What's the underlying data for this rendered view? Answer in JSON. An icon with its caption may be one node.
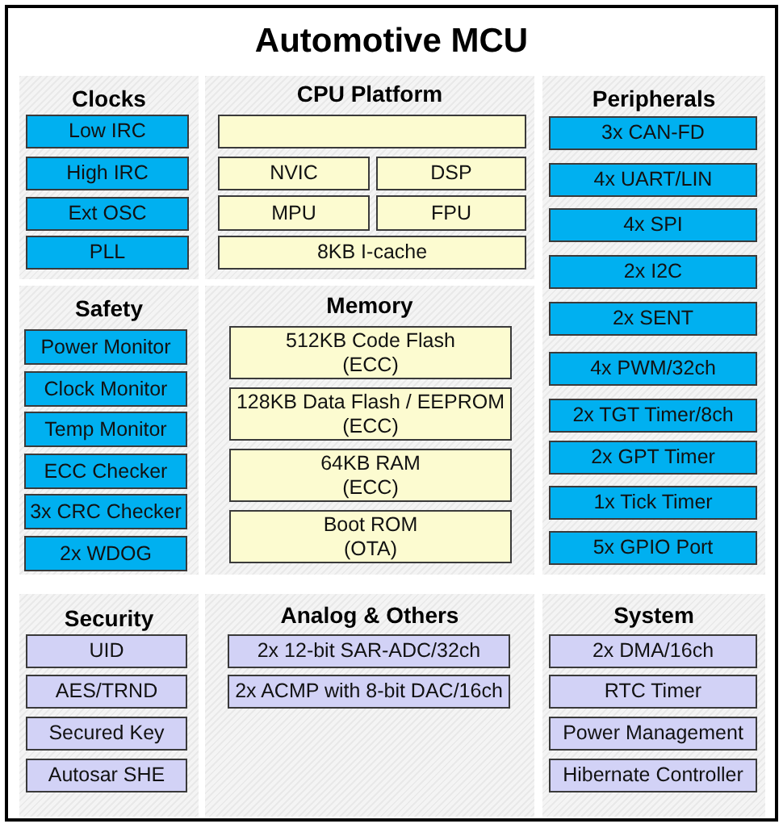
{
  "diagram": {
    "title": "Automotive MCU",
    "nodes": [
      {
        "text": [
          "Clocks"
        ]
      },
      {
        "text": [
          "Low IRC"
        ],
        "in": 0
      },
      {
        "text": [
          "High IRC"
        ],
        "in": 0
      },
      {
        "text": [
          "Ext OSC"
        ],
        "in": 0
      },
      {
        "text": [
          "PLL"
        ],
        "in": 0
      },
      {
        "text": [
          "CPU Platform"
        ]
      },
      {
        "text": [],
        "shape": "box",
        "in": 5
      },
      {
        "text": [
          "NVIC"
        ],
        "in": 5
      },
      {
        "text": [
          "DSP"
        ],
        "in": 5
      },
      {
        "text": [
          "MPU"
        ],
        "in": 5
      },
      {
        "text": [
          "FPU"
        ],
        "in": 5
      },
      {
        "text": [
          "8KB I-cache"
        ],
        "in": 5
      },
      {
        "text": [
          "Peripherals"
        ]
      },
      {
        "text": [
          "3x CAN-FD"
        ],
        "in": 12
      },
      {
        "text": [
          "4x UART/LIN"
        ],
        "in": 12
      },
      {
        "text": [
          "4x SPI"
        ],
        "in": 12
      },
      {
        "text": [
          "2x I2C"
        ],
        "in": 12
      },
      {
        "text": [
          "2x SENT"
        ],
        "in": 12
      },
      {
        "text": [
          "4x PWM/32ch"
        ],
        "in": 12
      },
      {
        "text": [
          "2x TGT Timer/8ch"
        ],
        "in": 12
      },
      {
        "text": [
          "2x GPT Timer"
        ],
        "in": 12
      },
      {
        "text": [
          "1x Tick Timer"
        ],
        "in": 12
      },
      {
        "text": [
          "5x GPIO Port"
        ],
        "in": 12
      },
      {
        "text": [
          "Safety"
        ]
      },
      {
        "text": [
          "Power Monitor"
        ],
        "in": 23
      },
      {
        "text": [
          "Clock Monitor"
        ],
        "in": 23
      },
      {
        "text": [
          "Temp Monitor"
        ],
        "in": 23
      },
      {
        "text": [
          "ECC Checker"
        ],
        "in": 23
      },
      {
        "text": [
          "3x CRC Checker"
        ],
        "in": 23
      },
      {
        "text": [
          "2x WDOG"
        ],
        "in": 23
      },
      {
        "text": [
          "Memory"
        ]
      },
      {
        "text": [
          "512KB Code Flash",
          "(ECC)"
        ],
        "in": 30
      },
      {
        "text": [
          "128KB Data Flash / EEPROM",
          "(ECC)"
        ],
        "in": 30
      },
      {
        "text": [
          "64KB RAM",
          "(ECC)"
        ],
        "in": 30
      },
      {
        "text": [
          "Boot ROM",
          "(OTA)"
        ],
        "in": 30
      },
      {
        "text": [
          "Security"
        ]
      },
      {
        "text": [
          "UID"
        ],
        "in": 35
      },
      {
        "text": [
          "AES/TRND"
        ],
        "in": 35
      },
      {
        "text": [
          "Secured Key"
        ],
        "in": 35
      },
      {
        "text": [
          "Autosar SHE"
        ],
        "in": 35
      },
      {
        "text": [
          "Analog & Others"
        ]
      },
      {
        "text": [
          "2x 12-bit SAR-ADC/32ch"
        ],
        "in": 40
      },
      {
        "text": [
          "2x ACMP with 8-bit DAC/16ch"
        ],
        "in": 40
      },
      {
        "text": [
          "System"
        ]
      },
      {
        "text": [
          "2x DMA/16ch"
        ],
        "in": 43
      },
      {
        "text": [
          "RTC Timer"
        ],
        "in": 43
      },
      {
        "text": [
          "Power Management"
        ],
        "in": 43
      },
      {
        "text": [
          "Hibernate Controller"
        ],
        "in": 43
      }
    ]
  }
}
